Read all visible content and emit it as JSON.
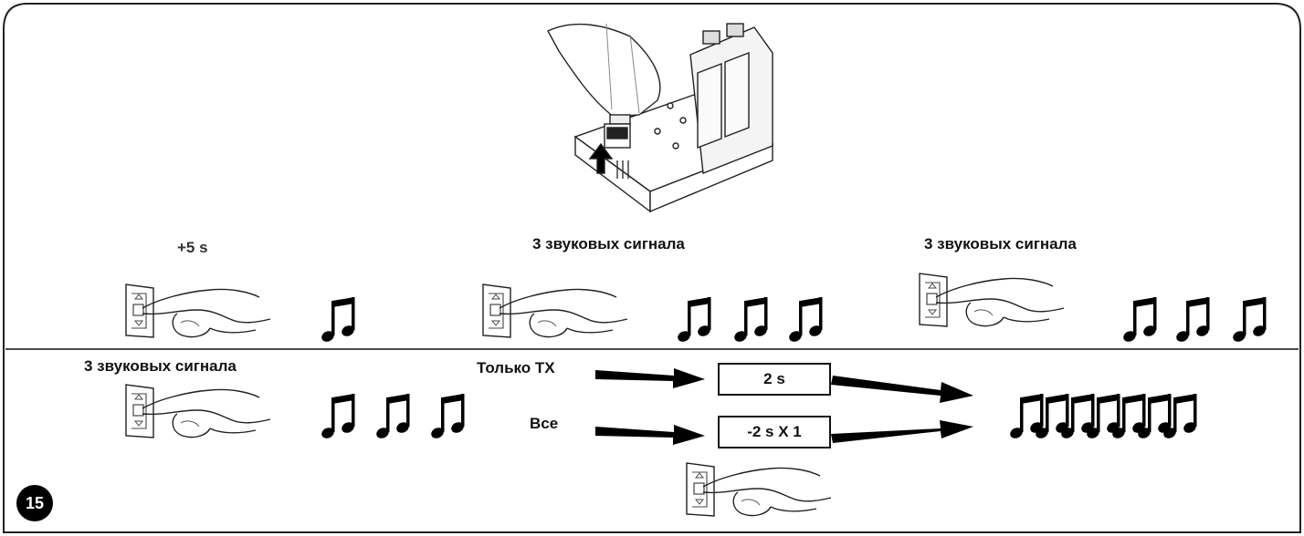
{
  "figure": {
    "number": "15",
    "top_row": [
      {
        "label": "+5 s",
        "notes": 1
      },
      {
        "label": "3 звуковых сигнала",
        "notes": 3
      },
      {
        "label": "3 звуковых сигнала",
        "notes": 3
      }
    ],
    "bottom_row": {
      "label": "3 звуковых сигнала",
      "notes": 3,
      "options": [
        {
          "label": "Только TX",
          "box": "2 s"
        },
        {
          "label": "Все",
          "box": "-2 s X 1"
        }
      ],
      "result_notes": 7
    }
  },
  "icons": [
    "drill-hand-icon",
    "button-press-hand-icon",
    "music-note-icon",
    "arrow-icon"
  ]
}
